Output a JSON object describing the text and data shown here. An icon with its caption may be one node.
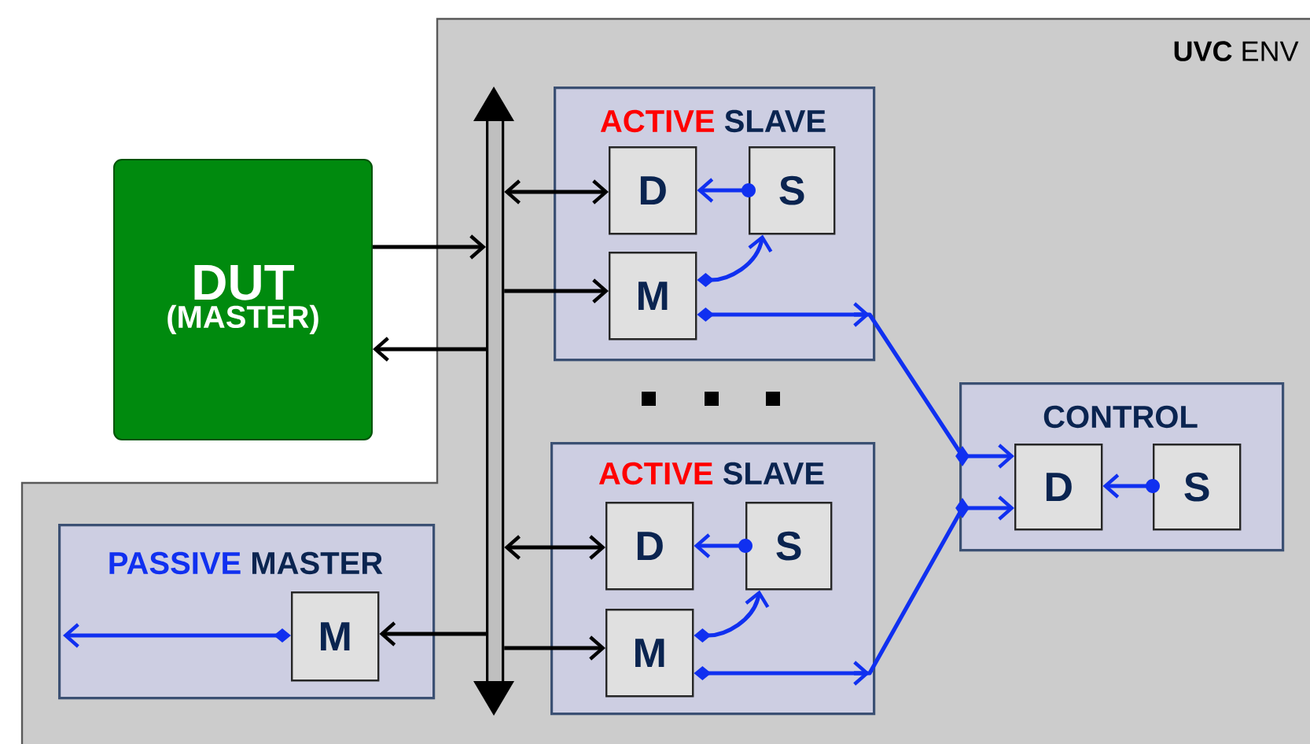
{
  "diagram": {
    "nodes": [
      {
        "text": [
          "**UVC** ENV"
        ]
      },
      {
        "text": [
          "DUT",
          "(MASTER)"
        ]
      },
      {
        "text": [],
        "shape": "bar",
        "in": 0
      },
      {
        "text": [
          "ACTIVE",
          "SLAVE"
        ],
        "in": 0
      },
      {
        "text": [
          "D"
        ],
        "in": 3
      },
      {
        "text": [
          "S"
        ],
        "in": 3
      },
      {
        "text": [
          "M"
        ],
        "in": 3
      },
      {
        "text": [
          "ACTIVE",
          "SLAVE"
        ],
        "in": 0
      },
      {
        "text": [
          "D"
        ],
        "in": 7
      },
      {
        "text": [
          "S"
        ],
        "in": 7
      },
      {
        "text": [
          "M"
        ],
        "in": 7
      },
      {
        "text": [
          "PASSIVE",
          "MASTER"
        ],
        "in": 0
      },
      {
        "text": [
          "M"
        ],
        "in": 11
      },
      {
        "text": [
          "CONTROL"
        ],
        "in": 0
      },
      {
        "text": [
          "D"
        ],
        "in": 13
      },
      {
        "text": [
          "S"
        ],
        "in": 13
      }
    ],
    "edges": [
      {
        "from": 1,
        "to": 2,
        "arrow": "to",
        "color": "#000000"
      },
      {
        "from": 2,
        "to": 1,
        "arrow": "to",
        "color": "#000000"
      },
      {
        "from": 2,
        "to": 4,
        "arrow": "both",
        "color": "#000000"
      },
      {
        "from": 2,
        "to": 6,
        "arrow": "to",
        "color": "#000000"
      },
      {
        "from": 5,
        "to": 4,
        "arrow": "to"
      },
      {
        "from": 6,
        "to": 5,
        "arrow": "to"
      },
      {
        "from": 6,
        "to": 14,
        "arrow": "to"
      },
      {
        "from": 2,
        "to": 8,
        "arrow": "both",
        "color": "#000000"
      },
      {
        "from": 2,
        "to": 10,
        "arrow": "to",
        "color": "#000000"
      },
      {
        "from": 9,
        "to": 8,
        "arrow": "to"
      },
      {
        "from": 10,
        "to": 9,
        "arrow": "to"
      },
      {
        "from": 10,
        "to": 14,
        "arrow": "to"
      },
      {
        "from": 2,
        "to": 12,
        "arrow": "to",
        "color": "#000000"
      },
      {
        "from": 12,
        "to": null,
        "arrow": "to"
      },
      {
        "from": 15,
        "to": 14,
        "arrow": "to"
      }
    ]
  }
}
